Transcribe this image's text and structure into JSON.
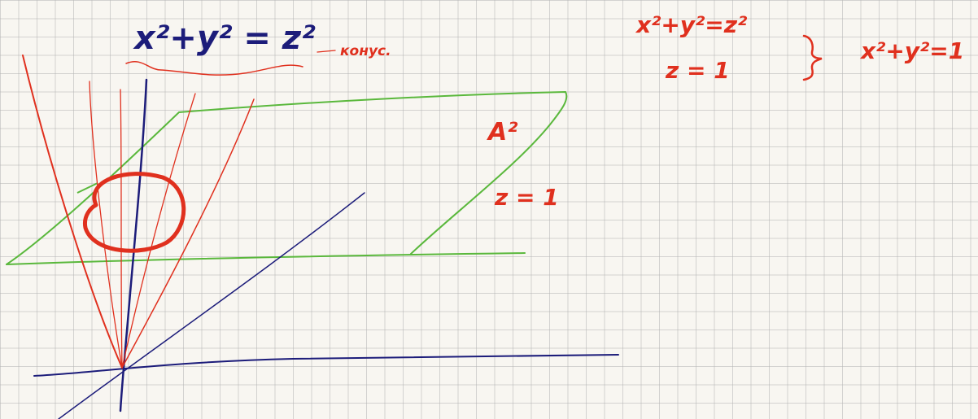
{
  "colors": {
    "paper": "#f8f6f1",
    "grid": "#b4b4b4",
    "ink_blue": "#1c1c7a",
    "ink_red": "#e0301e",
    "ink_green": "#5ab83c"
  },
  "notes": {
    "main_equation": "x²+y² = z²",
    "cone_label": "конус.",
    "plane_name": "A²",
    "plane_equation": "z = 1",
    "system_line1": "x²+y²=z²",
    "system_line2": "z = 1",
    "system_result": "x²+y²=1"
  }
}
